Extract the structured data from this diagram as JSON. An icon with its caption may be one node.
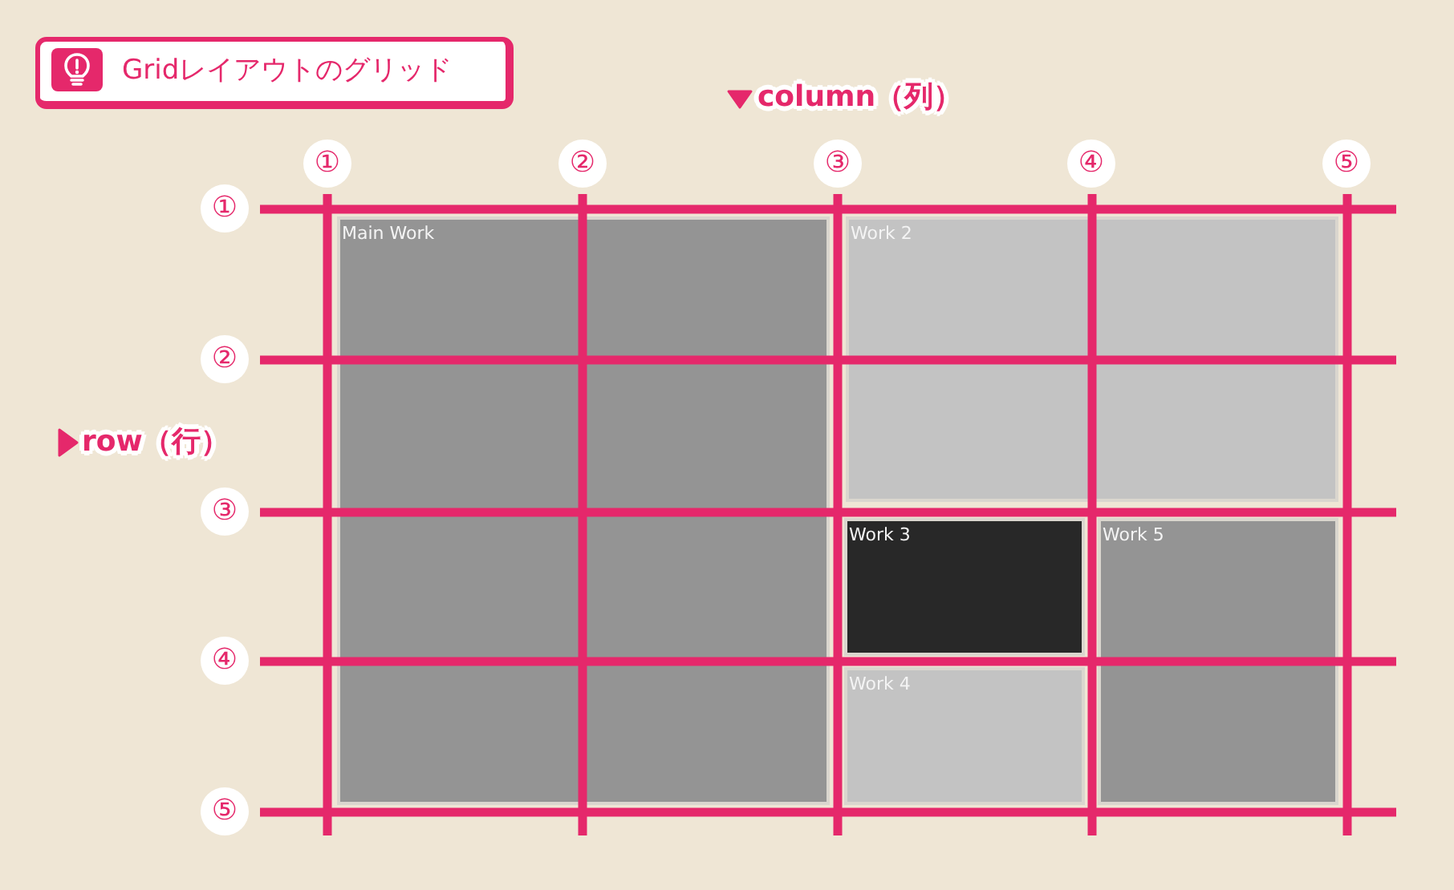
{
  "diagram": {
    "title": "Gridレイアウトのグリッド",
    "nodes": [
      {
        "text": [
          "Main Work"
        ]
      },
      {
        "text": [
          "Work 2"
        ]
      },
      {
        "text": [
          "Work 3"
        ]
      },
      {
        "text": [
          "Work 5"
        ]
      },
      {
        "text": [
          "Work 4"
        ]
      }
    ],
    "labels": [
      "column（列）",
      "①",
      "②",
      "③",
      "④",
      "⑤",
      "①",
      "②",
      "row（行）",
      "③",
      "④",
      "⑤"
    ]
  }
}
